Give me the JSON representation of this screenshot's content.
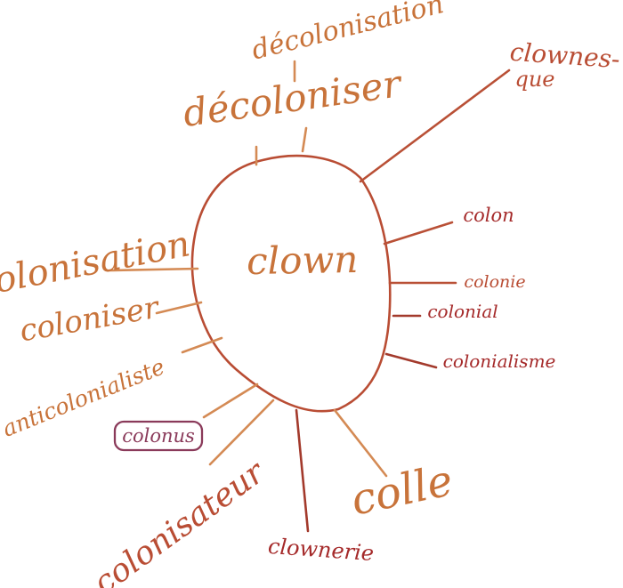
{
  "center": {
    "label": "clown",
    "color": "#c8733a"
  },
  "words": {
    "decolonisation": "décolonisation",
    "decoloniser": "décoloniser",
    "clownesque_1": "clownes-",
    "clownesque_2": "que",
    "colon": "colon",
    "colonie": "colonie",
    "colonial": "colonial",
    "colonialisme": "colonialisme",
    "colonisation": "colonisation",
    "coloniser": "coloniser",
    "anticolonialiste": "anticolonialiste",
    "colonus": "colonus",
    "colonisateur": "colonisateur",
    "clownerie": "clownerie",
    "colle": "colle"
  },
  "colors": {
    "orange": "#c8733a",
    "brown": "#b94d34",
    "red": "#a52a2a",
    "purple": "#8a3a5a",
    "line_orange": "#d48a54",
    "line_brown": "#b95036",
    "line_red": "#a33a2c"
  }
}
